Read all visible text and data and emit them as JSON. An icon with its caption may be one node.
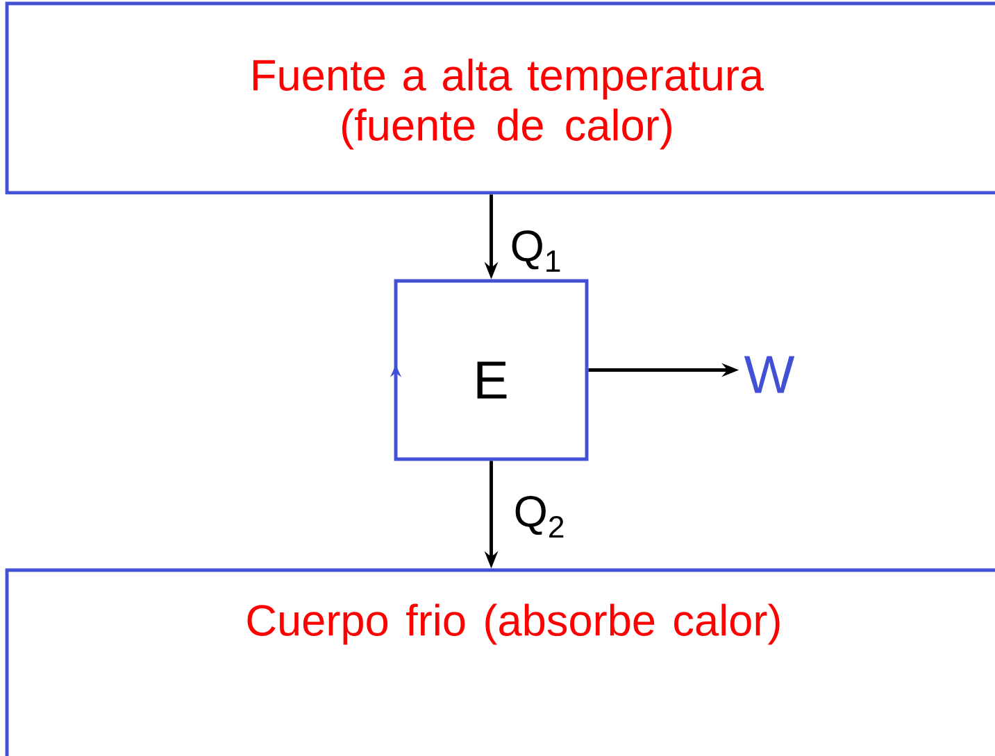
{
  "diagram": {
    "nodes": [
      {
        "text": [
          "Fuente a alta temperatura (fuente de calor)"
        ]
      },
      {
        "text": [
          "E"
        ]
      },
      {
        "text": [
          "W"
        ]
      },
      {
        "text": [
          "Cuerpo frio (absorbe calor)"
        ]
      }
    ],
    "edges": [
      {
        "from": 0,
        "to": 1,
        "arrow": "to",
        "label": "Q$_{1}$"
      },
      {
        "from": 1,
        "to": 2,
        "arrow": "to"
      },
      {
        "from": 1,
        "to": 3,
        "arrow": "to",
        "label": "Q$_{2}$"
      }
    ]
  }
}
